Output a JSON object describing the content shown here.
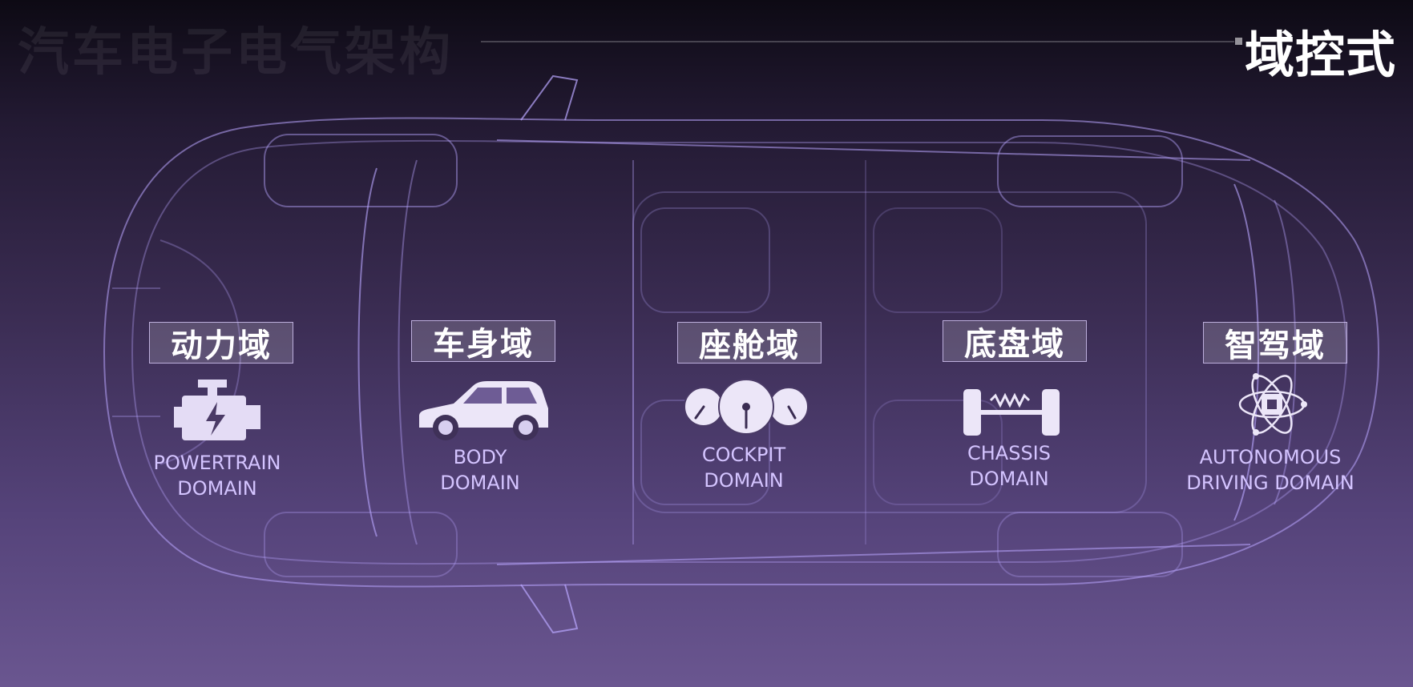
{
  "header": {
    "faded_title": "汽车电子电气架构",
    "title": "域控式"
  },
  "domains": [
    {
      "id": "powertrain",
      "label_cn": "动力域",
      "label_en": "POWERTRAIN\nDOMAIN",
      "icon": "engine-icon"
    },
    {
      "id": "body",
      "label_cn": "车身域",
      "label_en": "BODY\nDOMAIN",
      "icon": "car-icon"
    },
    {
      "id": "cockpit",
      "label_cn": "座舱域",
      "label_en": "COCKPIT\nDOMAIN",
      "icon": "gauges-icon"
    },
    {
      "id": "chassis",
      "label_cn": "底盘域",
      "label_en": "CHASSIS\nDOMAIN",
      "icon": "chassis-icon"
    },
    {
      "id": "autonomous",
      "label_cn": "智驾域",
      "label_en": "AUTONOMOUS\nDRIVING DOMAIN",
      "icon": "chip-atom-icon"
    }
  ],
  "colors": {
    "accent_text": "#d4c4ff",
    "wireframe": "#b9a6ff",
    "title": "#ffffff"
  }
}
